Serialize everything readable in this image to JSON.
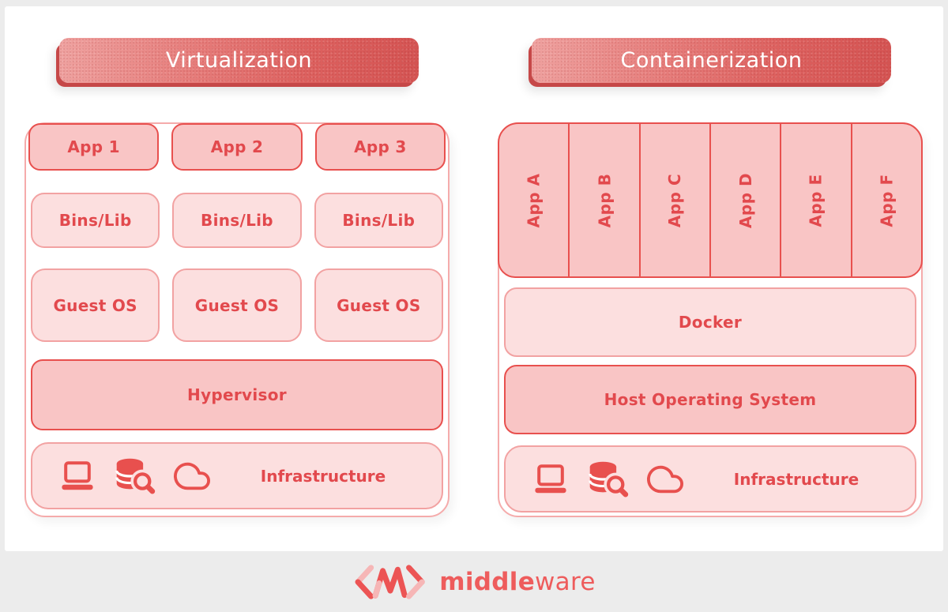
{
  "page": {
    "background": "#ececec",
    "card_background": "#ffffff"
  },
  "colors": {
    "accent_red": "#e8504e",
    "text_red": "#e2494d",
    "dark_fill": "#f9c5c5",
    "light_fill": "#fcdfdf",
    "light_border": "#f2a2a2",
    "header_gradient_start": "#efa2a0",
    "header_gradient_end": "#d45352",
    "logo_red": "#ee5c5c"
  },
  "virtualization": {
    "title": "Virtualization",
    "apps": [
      "App 1",
      "App 2",
      "App 3"
    ],
    "bins": [
      "Bins/Lib",
      "Bins/Lib",
      "Bins/Lib"
    ],
    "guest_os": [
      "Guest OS",
      "Guest OS",
      "Guest OS"
    ],
    "hypervisor": "Hypervisor",
    "infrastructure": "Infrastructure"
  },
  "containerization": {
    "title": "Containerization",
    "apps": [
      "App A",
      "App B",
      "App C",
      "App D",
      "App E",
      "App F"
    ],
    "docker": "Docker",
    "host_os": "Host Operating System",
    "infrastructure": "Infrastructure"
  },
  "infrastructure_icons": [
    "laptop-icon",
    "database-search-icon",
    "cloud-icon"
  ],
  "footer": {
    "brand_bold": "middle",
    "brand_light": "ware"
  }
}
